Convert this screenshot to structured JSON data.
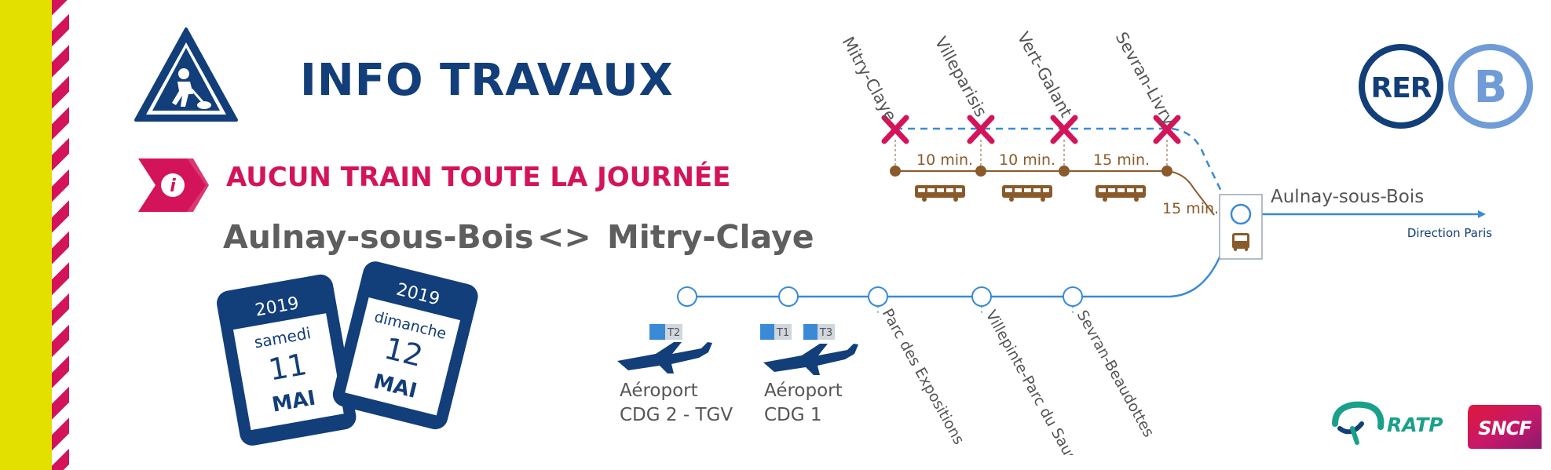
{
  "header": {
    "title": "INFO TRAVAUX"
  },
  "alert": {
    "text": "AUCUN TRAIN TOUTE LA JOURNÉE"
  },
  "route": {
    "from": "Aulnay-sous-Bois",
    "separator": "<>",
    "to": "Mitry-Claye"
  },
  "dates": [
    {
      "year": "2019",
      "weekday": "samedi",
      "day": "11",
      "month": "MAI"
    },
    {
      "year": "2019",
      "weekday": "dimanche",
      "day": "12",
      "month": "MAI"
    }
  ],
  "closed_stations": [
    "Mitry-Claye",
    "Villeparisis",
    "Vert-Galant",
    "Sevran-Livry"
  ],
  "bus_times": [
    "10 min.",
    "10 min.",
    "15 min.",
    "15 min."
  ],
  "hub": {
    "name": "Aulnay-sous-Bois",
    "direction": "Direction Paris"
  },
  "open_stations": [
    "Parc des Expositions",
    "Villepinte-Parc du Sausset",
    "Sevran-Beaudottes"
  ],
  "airports": [
    {
      "terminals": [
        "T2"
      ],
      "line1": "Aéroport",
      "line2": "CDG 2 - TGV"
    },
    {
      "terminals": [
        "T1",
        "T3"
      ],
      "line1": "Aéroport",
      "line2": "CDG 1"
    }
  ],
  "logos": {
    "rer": "RER",
    "line": "B",
    "ratp": "RATP",
    "sncf": "SNCF"
  },
  "icons": {
    "warning": "roadwork-sign-icon",
    "info": "info-arrow-icon",
    "plane": "airplane-icon",
    "bus": "bus-icon"
  },
  "colors": {
    "navy": "#123e79",
    "pink": "#d4145a",
    "brown": "#8a5a2b",
    "line_blue": "#3a8ad6",
    "rer_b": "#6f9bd6",
    "yellow": "#e3e000",
    "ratp": "#1aa08a"
  }
}
